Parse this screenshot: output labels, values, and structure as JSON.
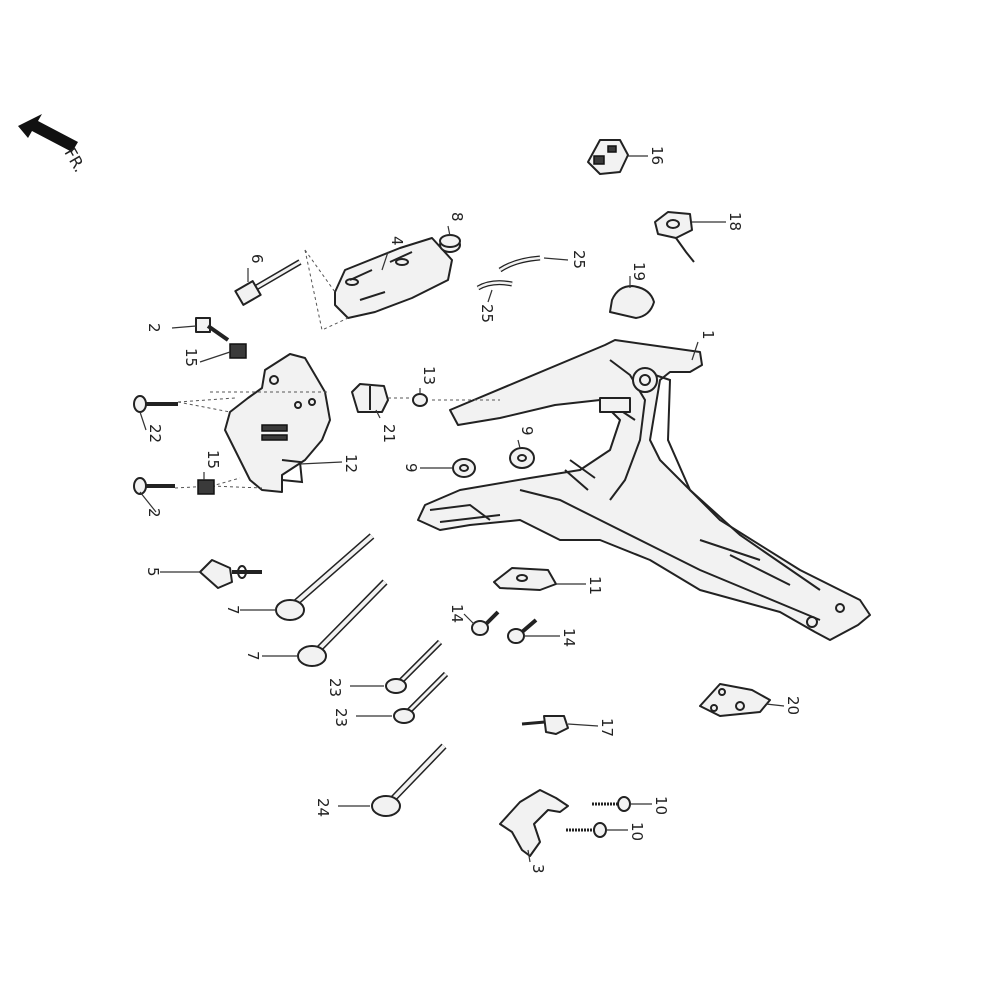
{
  "direction": {
    "label": "FR."
  },
  "callouts": [
    "1",
    "2",
    "2",
    "3",
    "4",
    "5",
    "6",
    "7",
    "7",
    "8",
    "9",
    "9",
    "10",
    "10",
    "11",
    "12",
    "13",
    "14",
    "14",
    "15",
    "15",
    "16",
    "17",
    "18",
    "19",
    "20",
    "21",
    "22",
    "23",
    "23",
    "24",
    "25",
    "25"
  ]
}
